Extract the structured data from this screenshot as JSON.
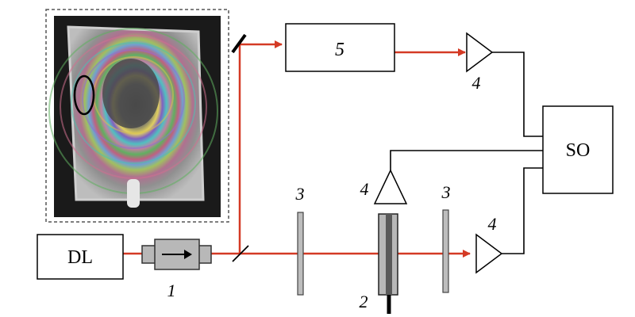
{
  "diagram": {
    "boxes": {
      "dl": "DL",
      "so": "SO",
      "five": "5"
    },
    "numbers": {
      "isolator": "1",
      "sample": "2",
      "plate_left": "3",
      "plate_right": "3",
      "det_top": "4",
      "det_mid": "4",
      "det_bottom": "4"
    },
    "colors": {
      "beam": "#d43a25",
      "wire": "#000000",
      "component_fill": "#b8b8b8",
      "component_stroke": "#333333",
      "photo_frame": "#555555"
    }
  }
}
